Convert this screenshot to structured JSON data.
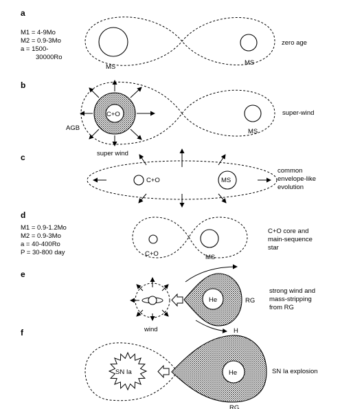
{
  "panels": {
    "a": {
      "letter": "a",
      "params": [
        "M1 = 4-9Mo",
        "M2 = 0.9-3Mo",
        "a = 1500-",
        "30000Ro"
      ],
      "left_label": "MS",
      "right_label": "MS",
      "description": [
        "zero age"
      ]
    },
    "b": {
      "letter": "b",
      "core_label": "C+O",
      "agb_label": "AGB",
      "wind_label": "super wind",
      "right_label": "MS",
      "description": [
        "super-wind"
      ]
    },
    "c": {
      "letter": "c",
      "left_label": "C+O",
      "right_label": "MS",
      "description": [
        "common",
        "envelope-like",
        "evolution"
      ]
    },
    "d": {
      "letter": "d",
      "params": [
        "M1 = 0.9-1.2Mo",
        "M2 = 0.9-3Mo",
        "a = 40-400Ro",
        "P = 30-800 day"
      ],
      "left_label": "C+O",
      "right_label": "MS",
      "description": [
        "C+O core and",
        "main-sequence",
        "star"
      ]
    },
    "e": {
      "letter": "e",
      "core_label": "He",
      "giant_label": "RG",
      "wind_label": "wind",
      "description": [
        "strong wind and",
        "mass-stripping",
        "from RG"
      ]
    },
    "f": {
      "letter": "f",
      "sn_label": "SN Ia",
      "core_label": "He",
      "h_label": "H",
      "giant_label": "RG",
      "description": [
        "SN Ia explosion"
      ]
    }
  },
  "colors": {
    "ink": "#000000",
    "fill_hatch": "#555555",
    "background": "#ffffff"
  }
}
